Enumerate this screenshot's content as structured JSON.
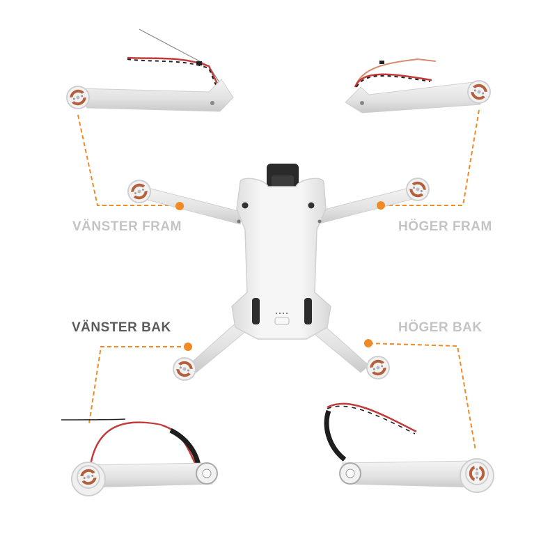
{
  "diagram": {
    "subject": "Drone with replaceable motor arms",
    "accent_color": "#f08a24",
    "callouts": [
      {
        "id": "front-left",
        "label": "VÄNSTER FRAM",
        "label_color": "#c4c4c4",
        "active": false
      },
      {
        "id": "front-right",
        "label": "HÖGER FRAM",
        "label_color": "#c4c4c4",
        "active": false
      },
      {
        "id": "rear-left",
        "label": "VÄNSTER BAK",
        "label_color": "#5a5a5a",
        "active": true
      },
      {
        "id": "rear-right",
        "label": "HÖGER BAK",
        "label_color": "#c4c4c4",
        "active": false
      }
    ],
    "parts": [
      {
        "id": "arm-front-left",
        "name": "Front left arm"
      },
      {
        "id": "arm-front-right",
        "name": "Front right arm"
      },
      {
        "id": "arm-rear-left",
        "name": "Rear left arm"
      },
      {
        "id": "arm-rear-right",
        "name": "Rear right arm"
      },
      {
        "id": "drone-body",
        "name": "Drone body"
      }
    ]
  }
}
